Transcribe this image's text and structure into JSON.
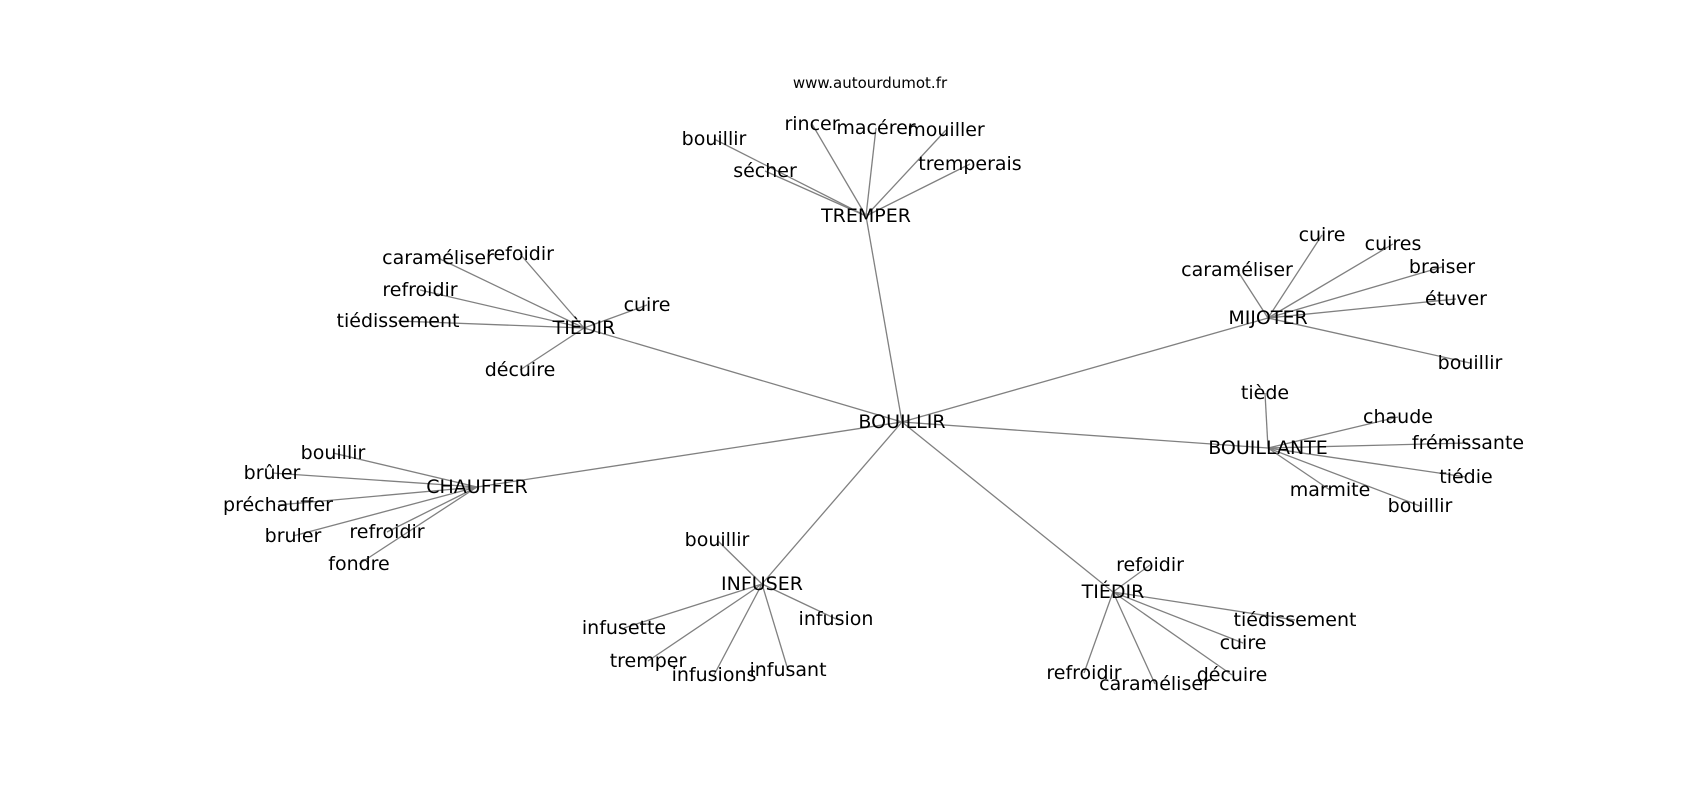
{
  "watermark": "www.autourdumot.fr",
  "center": "BOUILLIR",
  "groups": [
    {
      "hub": "TREMPER",
      "words": [
        "bouillir",
        "sécher",
        "rincer",
        "macérer",
        "mouiller",
        "tremperais"
      ]
    },
    {
      "hub": "TIÈDIR",
      "words": [
        "caraméliser",
        "refoidir",
        "refroidir",
        "tiédissement",
        "cuire",
        "décuire"
      ]
    },
    {
      "hub": "MIJOTER",
      "words": [
        "caraméliser",
        "cuire",
        "cuires",
        "braiser",
        "étuver",
        "bouillir"
      ]
    },
    {
      "hub": "BOUILLANTE",
      "words": [
        "tiède",
        "chaude",
        "frémissante",
        "tiédie",
        "bouillir",
        "marmite"
      ]
    },
    {
      "hub": "CHAUFFER",
      "words": [
        "bouillir",
        "brûler",
        "préchauffer",
        "bruler",
        "refroidir",
        "fondre"
      ]
    },
    {
      "hub": "INFUSER",
      "words": [
        "bouillir",
        "infusette",
        "tremper",
        "infusions",
        "infusant",
        "infusion"
      ]
    },
    {
      "hub": "TIÉDIR",
      "words": [
        "refoidir",
        "tiédissement",
        "cuire",
        "décuire",
        "caraméliser",
        "refroidir"
      ]
    }
  ]
}
